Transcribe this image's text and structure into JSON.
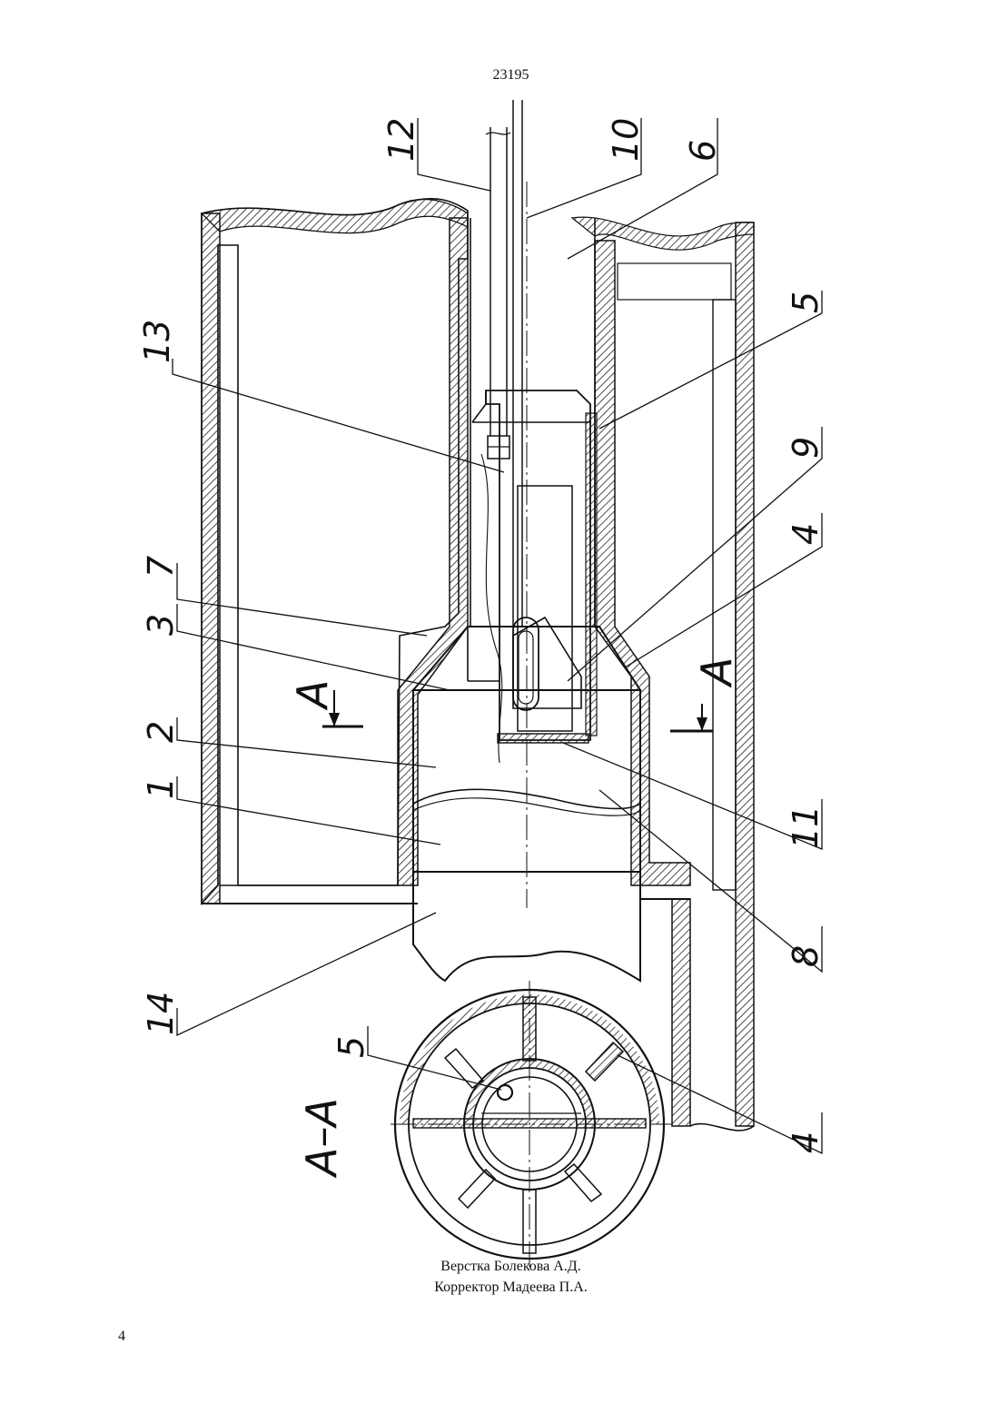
{
  "page": {
    "header_number": "23195",
    "credits": {
      "layout_by": "Верстка Болекова А.Д.",
      "proofread_by": "Корректор Мадеева П.А."
    },
    "page_number": "4"
  },
  "diagram": {
    "callouts": [
      "12",
      "10",
      "6",
      "13",
      "5",
      "7",
      "3",
      "9",
      "4",
      "2",
      "1",
      "11",
      "8",
      "14"
    ],
    "section_mark": "A",
    "section_title": "A–A",
    "section_callouts": [
      "5",
      "4"
    ]
  }
}
